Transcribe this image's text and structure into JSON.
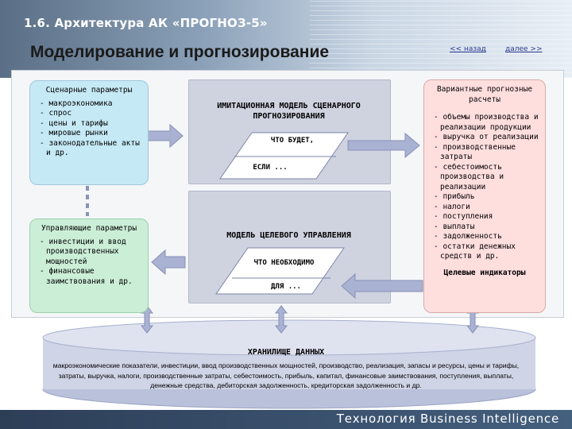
{
  "header": {
    "title": "1.6. Архитектура АК «ПРОГНОЗ-5»",
    "subtitle": "Моделирование и прогнозирование",
    "back_label": "<< назад",
    "next_label": "далее >>"
  },
  "scenario_params": {
    "title": "Сценарные параметры",
    "items": [
      "- макроэкономика",
      "- спрос",
      "- цены и тарифы",
      "- мировые рынки",
      "- законодательные акты и др."
    ]
  },
  "control_params": {
    "title": "Управляющие параметры",
    "items": [
      "- инвестиции и ввод производственных мощностей",
      "- финансовые заимствования и др."
    ]
  },
  "simulation_model": {
    "title": "ИМИТАЦИОННАЯ МОДЕЛЬ СЦЕНАРНОГО ПРОГНОЗИРОВАНИЯ",
    "para_top": "ЧТО БУДЕТ,",
    "para_bottom": "ЕСЛИ ..."
  },
  "target_model": {
    "title": "МОДЕЛЬ ЦЕЛЕВОГО УПРАВЛЕНИЯ",
    "para_top": "ЧТО НЕОБХОДИМО",
    "para_bottom": "ДЛЯ ..."
  },
  "variant_forecasts": {
    "title": "Вариантные прогнозные расчеты",
    "items": [
      "- объемы производства и реализации продукции",
      "- выручка от реализации",
      "- производственные затраты",
      "- себестоимость производства и реализации",
      "- прибыль",
      "- налоги",
      "- поступления",
      "- выплаты",
      "- задолженность",
      "- остатки денежных средств и др."
    ],
    "footer": "Целевые индикаторы"
  },
  "storage": {
    "title": "ХРАНИЛИЩЕ ДАННЫХ",
    "text": "макроэкономические показатели, инвестиции, ввод производственных мощностей, производство, реализация, запасы и ресурсы, цены и тарифы, затраты, выручка, налоги, производственные затраты, себестоимость, прибыль, капитал, финансовые заимствования, поступления, выплаты, денежные средства, дебиторская задолженность, кредиторская задолженность и др."
  },
  "footer": {
    "label": "Технология Business Intelligence"
  },
  "colors": {
    "scenario": "#c6e9f6",
    "control": "#cbeed7",
    "forecast": "#ffdede",
    "model": "#cfd3e0",
    "arrow": "#a9b2d3"
  }
}
